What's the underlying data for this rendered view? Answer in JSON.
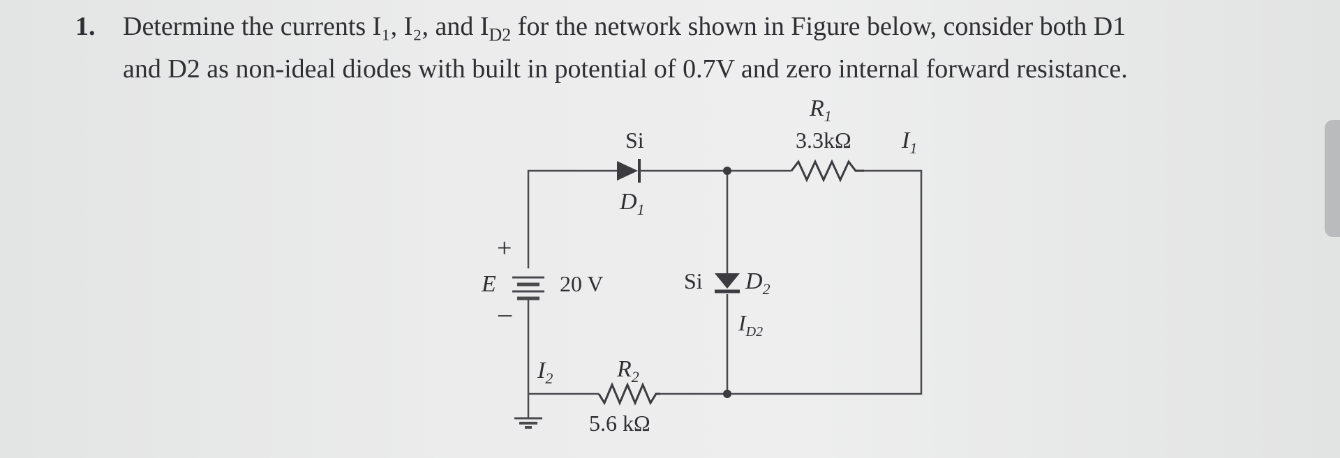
{
  "question": {
    "number": "1.",
    "line1": "Determine the currents I₁, I₂, and I",
    "line1_sub": "D2",
    "line1_end": " for the network shown in Figure below, consider both D1",
    "line2": "and D2 as non-ideal diodes with built in potential of 0.7V and zero internal forward resistance."
  },
  "circuit": {
    "r1_name": "R",
    "r1_sub": "1",
    "r1_value": "3.3kΩ",
    "i1_name": "I",
    "i1_sub": "1",
    "d1_material": "Si",
    "d1_name": "D",
    "d1_sub": "1",
    "source_name": "E",
    "source_plus": "+",
    "source_minus": "–",
    "source_value": "20 V",
    "d2_material": "Si",
    "d2_name": "D",
    "d2_sub": "2",
    "id2_name": "I",
    "id2_sub": "D2",
    "i2_name": "I",
    "i2_sub": "2",
    "r2_name": "R",
    "r2_sub": "2",
    "r2_value": "5.6 kΩ"
  }
}
